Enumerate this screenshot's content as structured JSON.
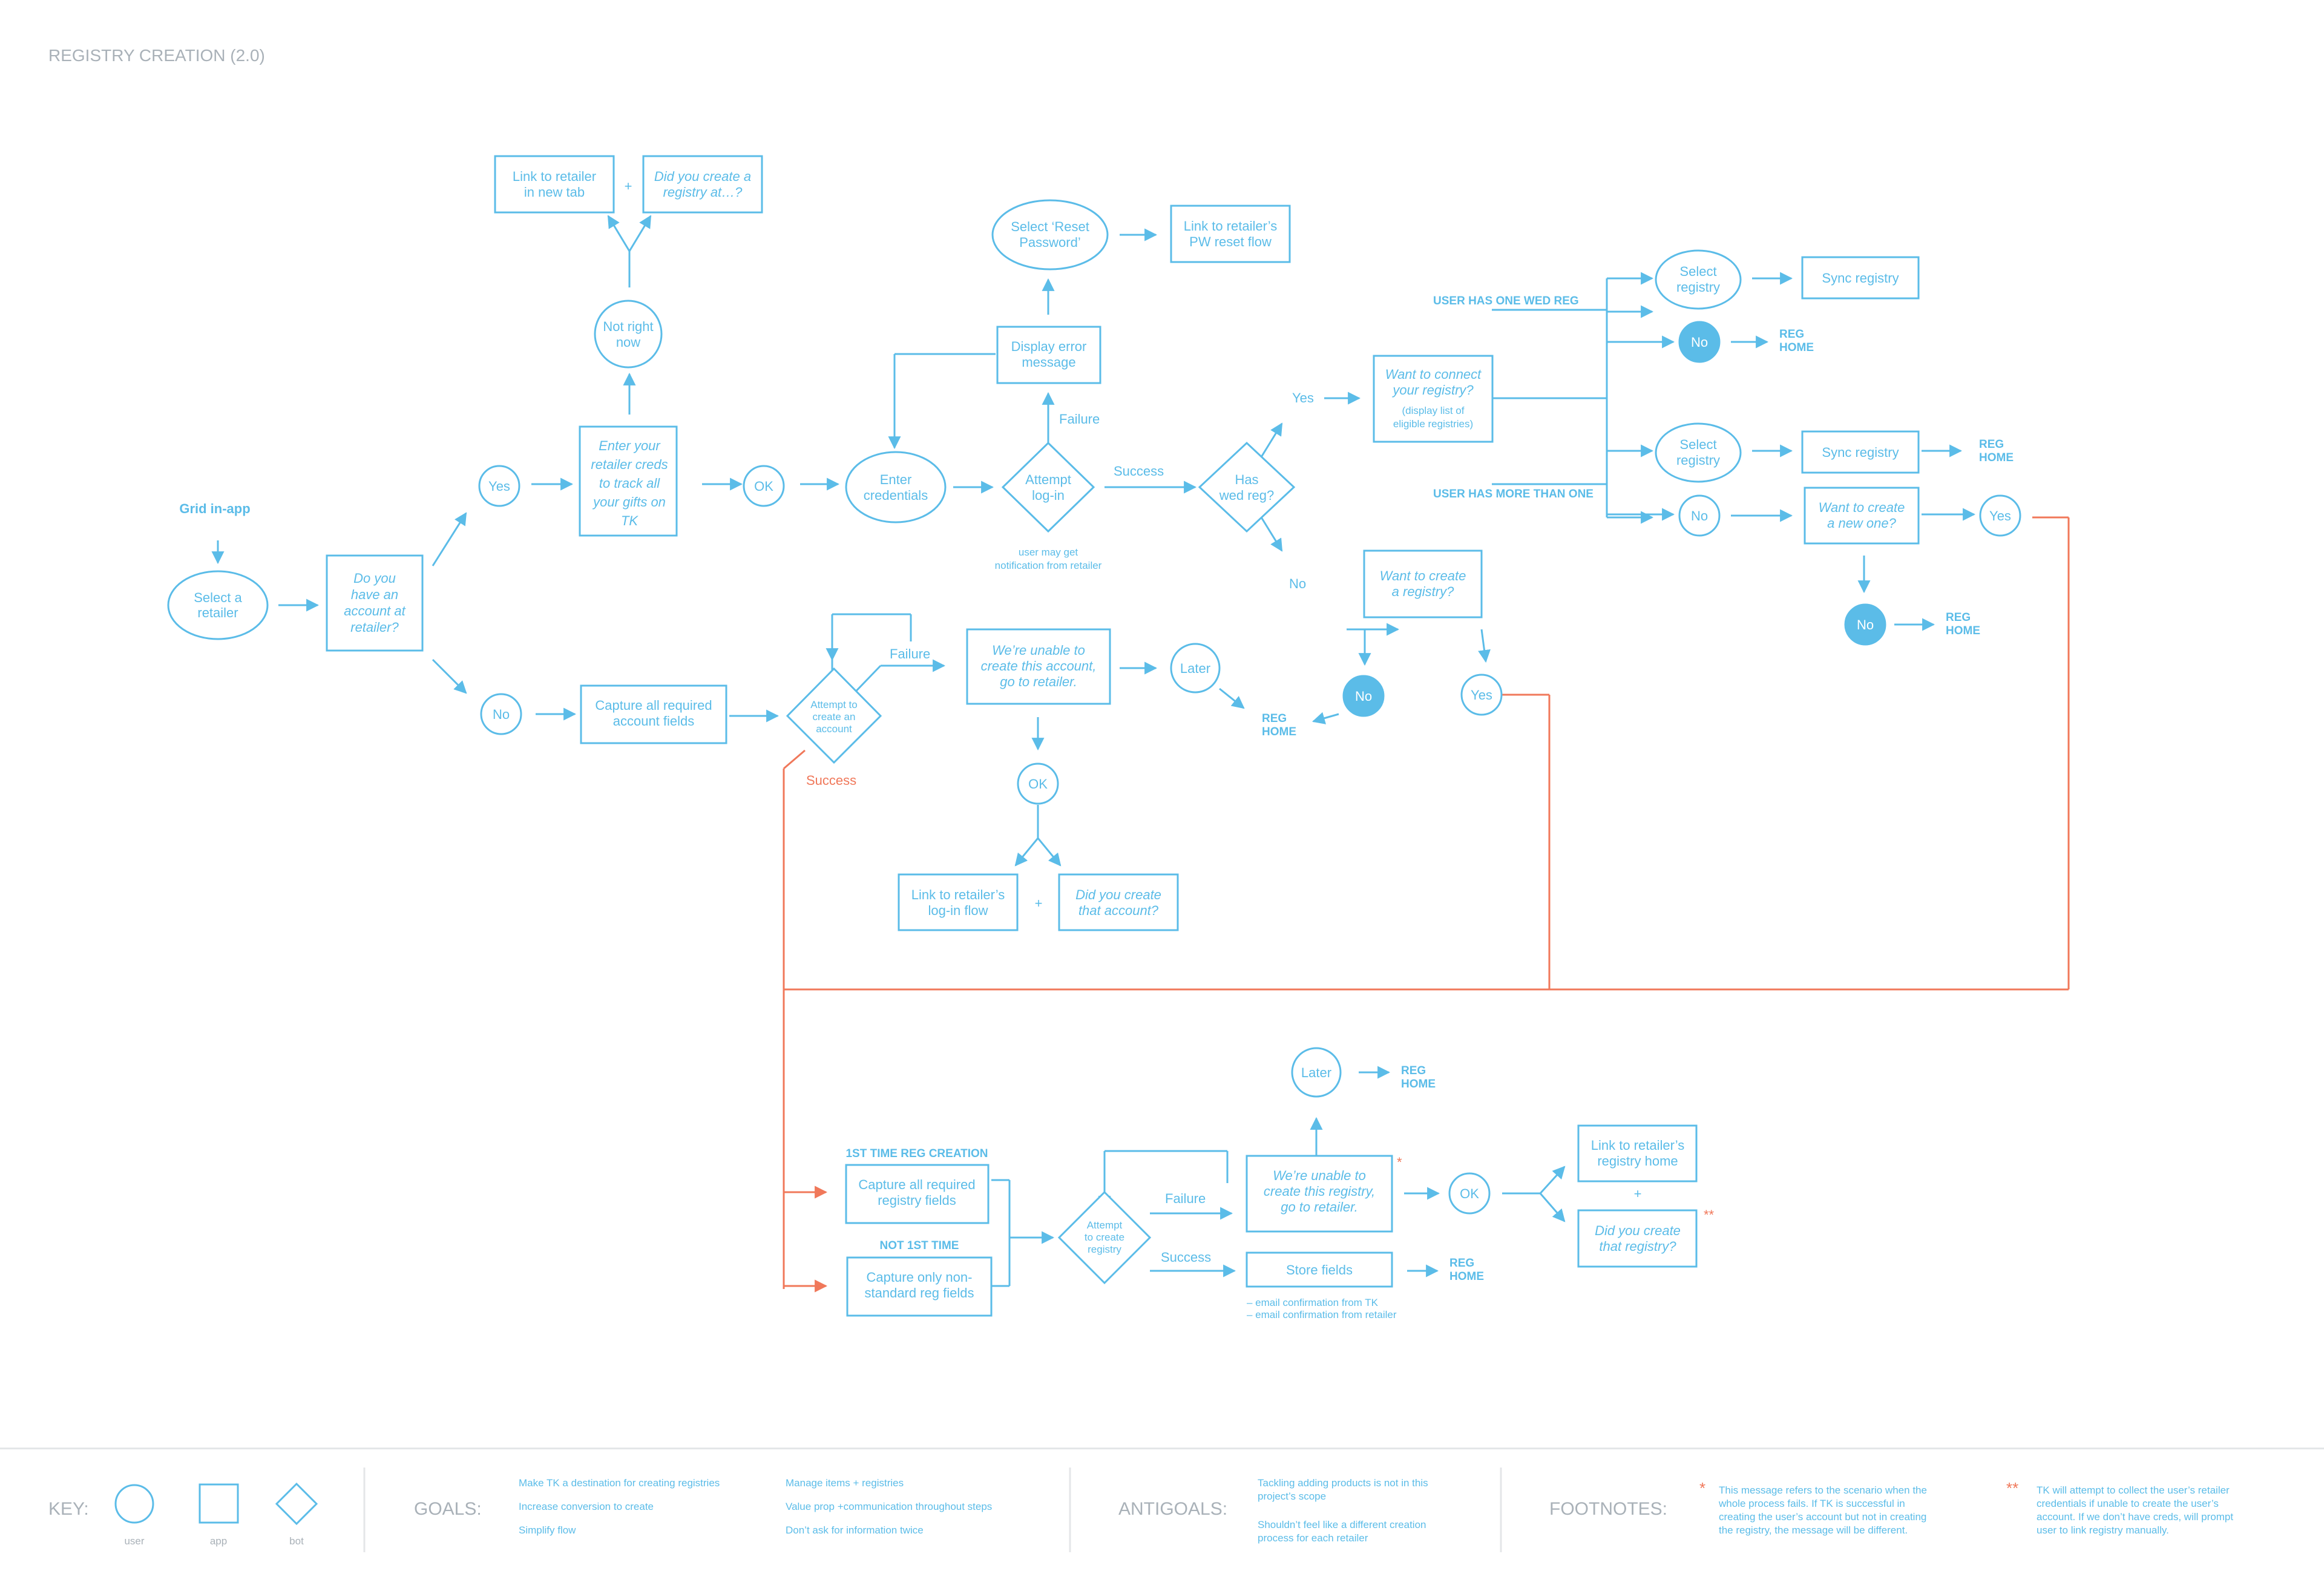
{
  "title": "REGISTRY CREATION (2.0)",
  "colors": {
    "primary": "#5bbce8",
    "accent": "#f0785a",
    "muted": "#a9b1b8"
  },
  "nodes": {
    "grid_in_app": "Grid in-app",
    "select_retailer": [
      "Select a",
      "retailer"
    ],
    "have_account": [
      "Do you",
      "have an",
      "account at",
      "retailer?"
    ],
    "yes_1": "Yes",
    "no_1": "No",
    "enter_creds": [
      "Enter your",
      "retailer creds",
      "to track all",
      "your gifts on",
      "TK"
    ],
    "not_right_now": [
      "Not right",
      "now"
    ],
    "link_retailer_tab": [
      "Link to retailer",
      "in new tab"
    ],
    "plus": "+",
    "did_you_create_at": [
      "Did you create a",
      "registry at…?"
    ],
    "ok_1": "OK",
    "enter_credentials": [
      "Enter",
      "credentials"
    ],
    "attempt_login": [
      "Attempt",
      "log-in"
    ],
    "login_note": [
      "user may get",
      "notification from retailer"
    ],
    "failure_1": "Failure",
    "display_error": [
      "Display error",
      "message"
    ],
    "select_reset": [
      "Select ‘Reset",
      "Password’"
    ],
    "link_pw_reset": [
      "Link to retailer’s",
      "PW reset flow"
    ],
    "success_1": "Success",
    "has_wed_reg": [
      "Has",
      "wed reg?"
    ],
    "yes_2": "Yes",
    "no_2": "No",
    "want_connect": [
      "Want to connect",
      "your registry?"
    ],
    "want_connect_note": [
      "(display list of",
      "eligible registries)"
    ],
    "user_one_reg": "USER HAS ONE WED REG",
    "user_more_reg": "USER HAS MORE THAN ONE",
    "select_registry": [
      "Select",
      "registry"
    ],
    "sync_registry": "Sync registry",
    "no_3": "No",
    "reg_home": [
      "REG",
      "HOME"
    ],
    "no_4": "No",
    "want_create_new": [
      "Want to create",
      "a new one?"
    ],
    "yes_3": "Yes",
    "no_5": "No",
    "want_create_registry": [
      "Want to create",
      "a registry?"
    ],
    "no_6": "No",
    "yes_4": "Yes",
    "capture_account": [
      "Capture all required",
      "account fields"
    ],
    "attempt_create_account": [
      "Attempt to",
      "create an",
      "account"
    ],
    "failure_2": "Failure",
    "success_2": "Success",
    "unable_account": [
      "We’re unable to",
      "create this account,",
      "go to retailer."
    ],
    "later_1": "Later",
    "ok_2": "OK",
    "link_login_flow": [
      "Link to retailer’s",
      "log-in flow"
    ],
    "did_you_create_that": [
      "Did you create",
      "that account?"
    ],
    "first_time": "1ST TIME REG CREATION",
    "not_first": "NOT 1ST TIME",
    "capture_registry": [
      "Capture all required",
      "registry fields"
    ],
    "capture_nonstandard": [
      "Capture only non-",
      "standard reg fields"
    ],
    "attempt_create_registry": [
      "Attempt",
      "to create",
      "registry"
    ],
    "failure_3": "Failure",
    "success_3": "Success",
    "unable_registry": [
      "We’re unable to",
      "create this registry,",
      "go to retailer."
    ],
    "star": "*",
    "double_star": "**",
    "later_2": "Later",
    "ok_3": "OK",
    "link_registry_home": [
      "Link to retailer’s",
      "registry home"
    ],
    "did_you_create_registry": [
      "Did you create",
      "that registry?"
    ],
    "store_fields": "Store fields",
    "store_notes": [
      "– email confirmation from TK",
      "– email confirmation from retailer"
    ]
  },
  "footer": {
    "key_label": "KEY:",
    "key_items": [
      "user",
      "app",
      "bot"
    ],
    "goals_label": "GOALS:",
    "goals_col1": [
      "Make TK a destination for creating registries",
      "Increase conversion to create",
      "Simplify flow"
    ],
    "goals_col2": [
      "Manage items + registries",
      "Value prop +communication throughout steps",
      "Don’t ask for information twice"
    ],
    "antigoals_label": "ANTIGOALS:",
    "antigoals": [
      [
        "Tackling adding products is not in this",
        "project’s scope"
      ],
      [
        "Shouldn’t feel like a different creation",
        "process for each retailer"
      ]
    ],
    "footnotes_label": "FOOTNOTES:",
    "footnote1_marker": "*",
    "footnote1": [
      "This message refers to the scenario when the",
      "whole process fails. If TK is successful in",
      "creating the user’s account but not in creating",
      "the registry, the message will be different."
    ],
    "footnote2_marker": "**",
    "footnote2": [
      "TK will attempt to collect the user’s retailer",
      "credentials if unable to create the user’s",
      "account. If we don’t have creds, will prompt",
      "user to link registry manually."
    ]
  }
}
